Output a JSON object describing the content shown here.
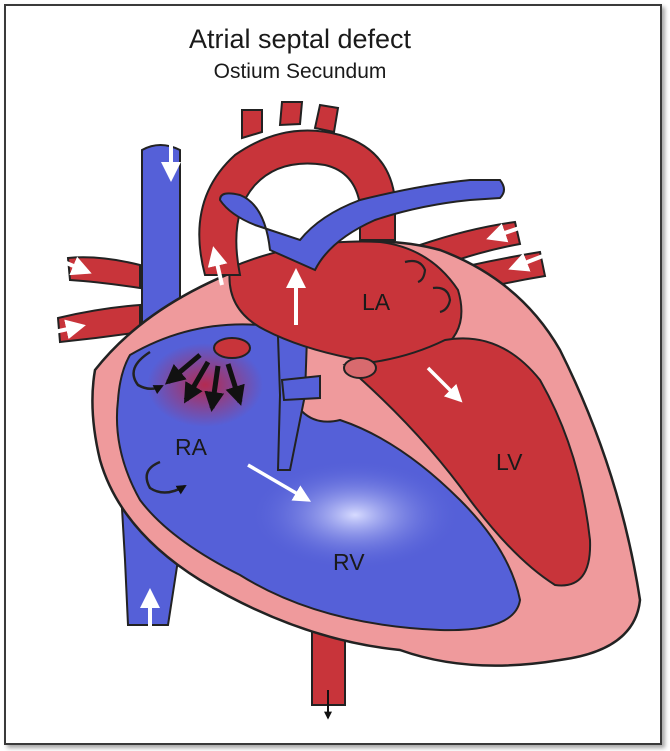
{
  "figure": {
    "title": "Atrial septal defect",
    "subtitle": "Ostium Secundum"
  },
  "labels": {
    "la": "LA",
    "lv": "LV",
    "ra": "RA",
    "rv": "RV"
  },
  "colors": {
    "oxygenated_red": "#c8343a",
    "deoxygenated_blue": "#5560d8",
    "myocardium_pink": "#ef9a9c",
    "outline": "#222222",
    "flow_arrow": "#ffffff",
    "shunt_arrow": "#111111"
  }
}
